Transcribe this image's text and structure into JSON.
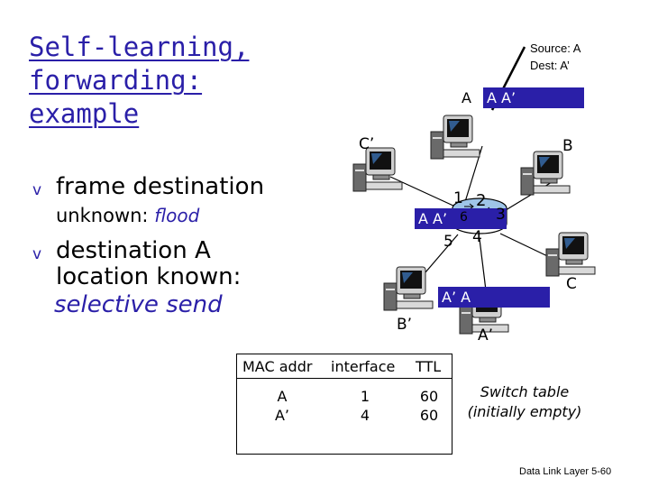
{
  "title_lines": [
    "Self-learning,",
    "forwarding:",
    "example"
  ],
  "bullets": [
    {
      "marker": "v",
      "line1": "frame destination",
      "line2_text": "unknown: ",
      "line2_italic": "flood"
    },
    {
      "marker": "v",
      "line1": "destination A",
      "line2_text": "location known:",
      "line3_italic": "selective send"
    }
  ],
  "source_note": {
    "line1": "Source: A",
    "line2": "Dest: A’"
  },
  "frame_top": {
    "src": "A",
    "box": "A A’"
  },
  "frame_mid": {
    "box": "A A’"
  },
  "frame_low": {
    "box": "A’ A"
  },
  "hosts": {
    "c_prime": "C’",
    "b": "B",
    "b_prime": "B’",
    "c": "C",
    "a_prime": "A’"
  },
  "interfaces": {
    "i1": "1",
    "i2": "2",
    "i3": "3",
    "i4": "4",
    "i5": "5",
    "i6": "6"
  },
  "table": {
    "headers": [
      "MAC addr",
      "interface",
      "TTL"
    ],
    "col_mac": [
      "A",
      "A’"
    ],
    "col_iface": [
      "1",
      "4"
    ],
    "col_ttl": [
      "60",
      "60"
    ]
  },
  "table_note": {
    "line1": "Switch table",
    "line2": "(initially empty)"
  },
  "footer": "Data Link Layer 5-60"
}
